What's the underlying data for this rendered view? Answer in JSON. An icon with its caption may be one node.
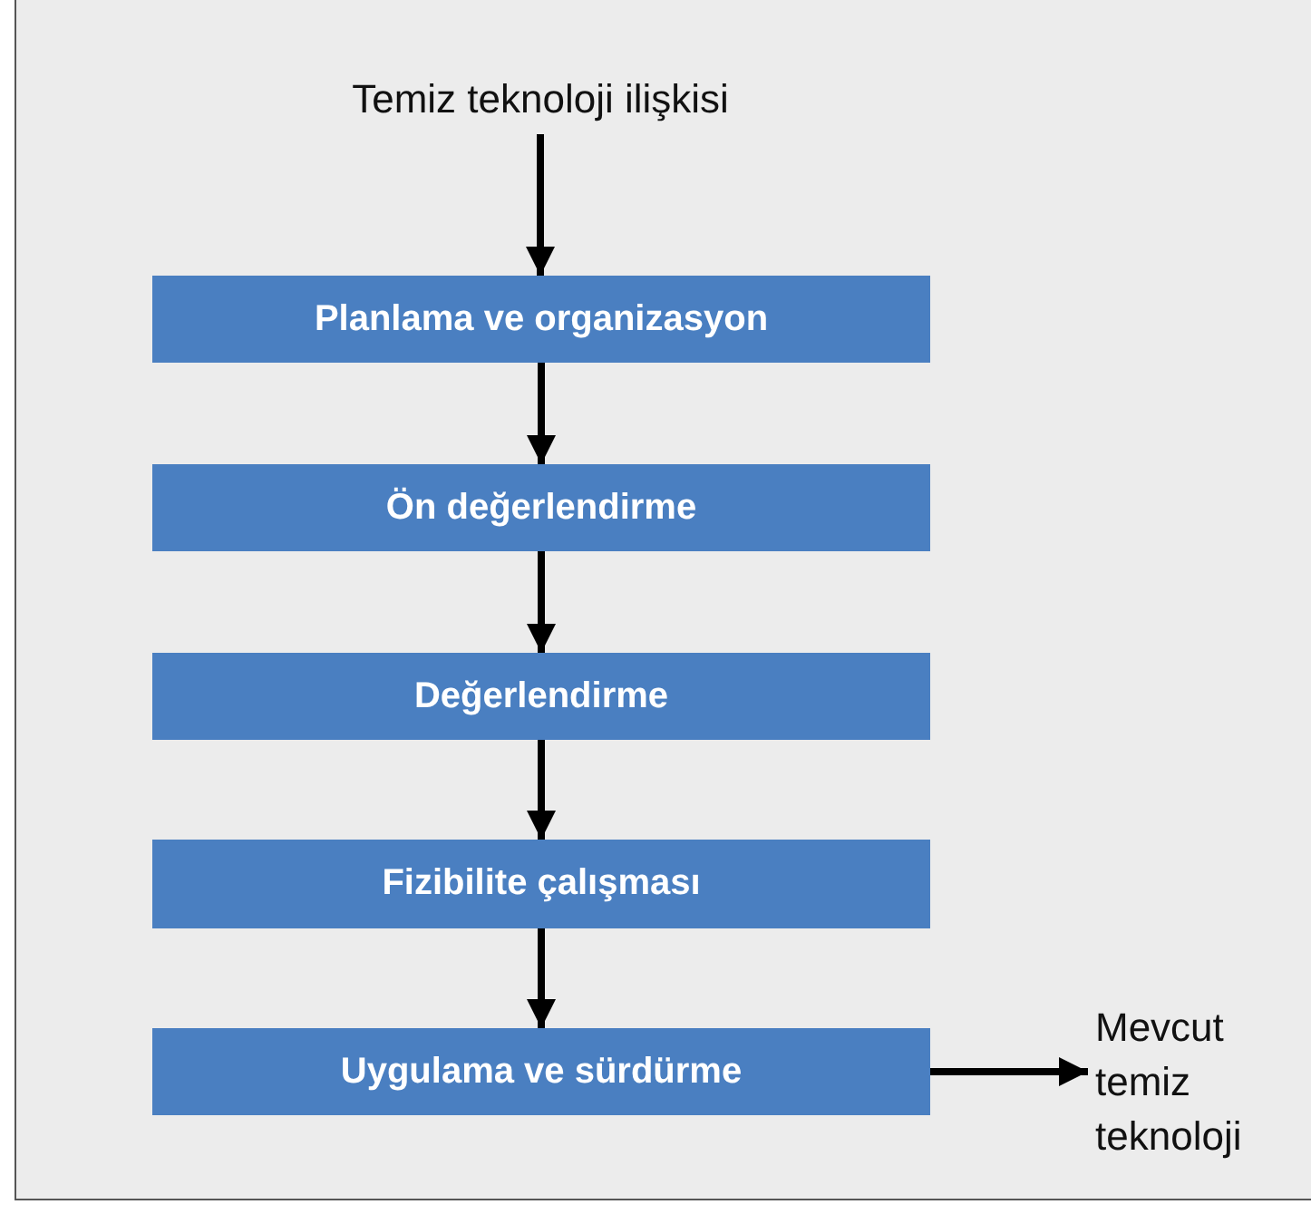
{
  "diagram": {
    "nodes": [
      {
        "text": [
          "Temiz teknoloji ilişkisi"
        ]
      },
      {
        "text": [
          "Planlama ve organizasyon"
        ]
      },
      {
        "text": [
          "Ön değerlendirme"
        ]
      },
      {
        "text": [
          "Değerlendirme"
        ]
      },
      {
        "text": [
          "Fizibilite çalışması"
        ]
      },
      {
        "text": [
          "Uygulama ve sürdürme"
        ]
      },
      {
        "text": [
          "Mevcut temiz teknoloji"
        ]
      }
    ],
    "edges": [
      {
        "from": 0,
        "to": 1,
        "arrow": "to"
      },
      {
        "from": 1,
        "to": 2,
        "arrow": "to"
      },
      {
        "from": 2,
        "to": 3,
        "arrow": "to"
      },
      {
        "from": 3,
        "to": 4,
        "arrow": "to"
      },
      {
        "from": 4,
        "to": 5,
        "arrow": "to"
      },
      {
        "from": 5,
        "to": 6,
        "arrow": "to"
      }
    ]
  }
}
